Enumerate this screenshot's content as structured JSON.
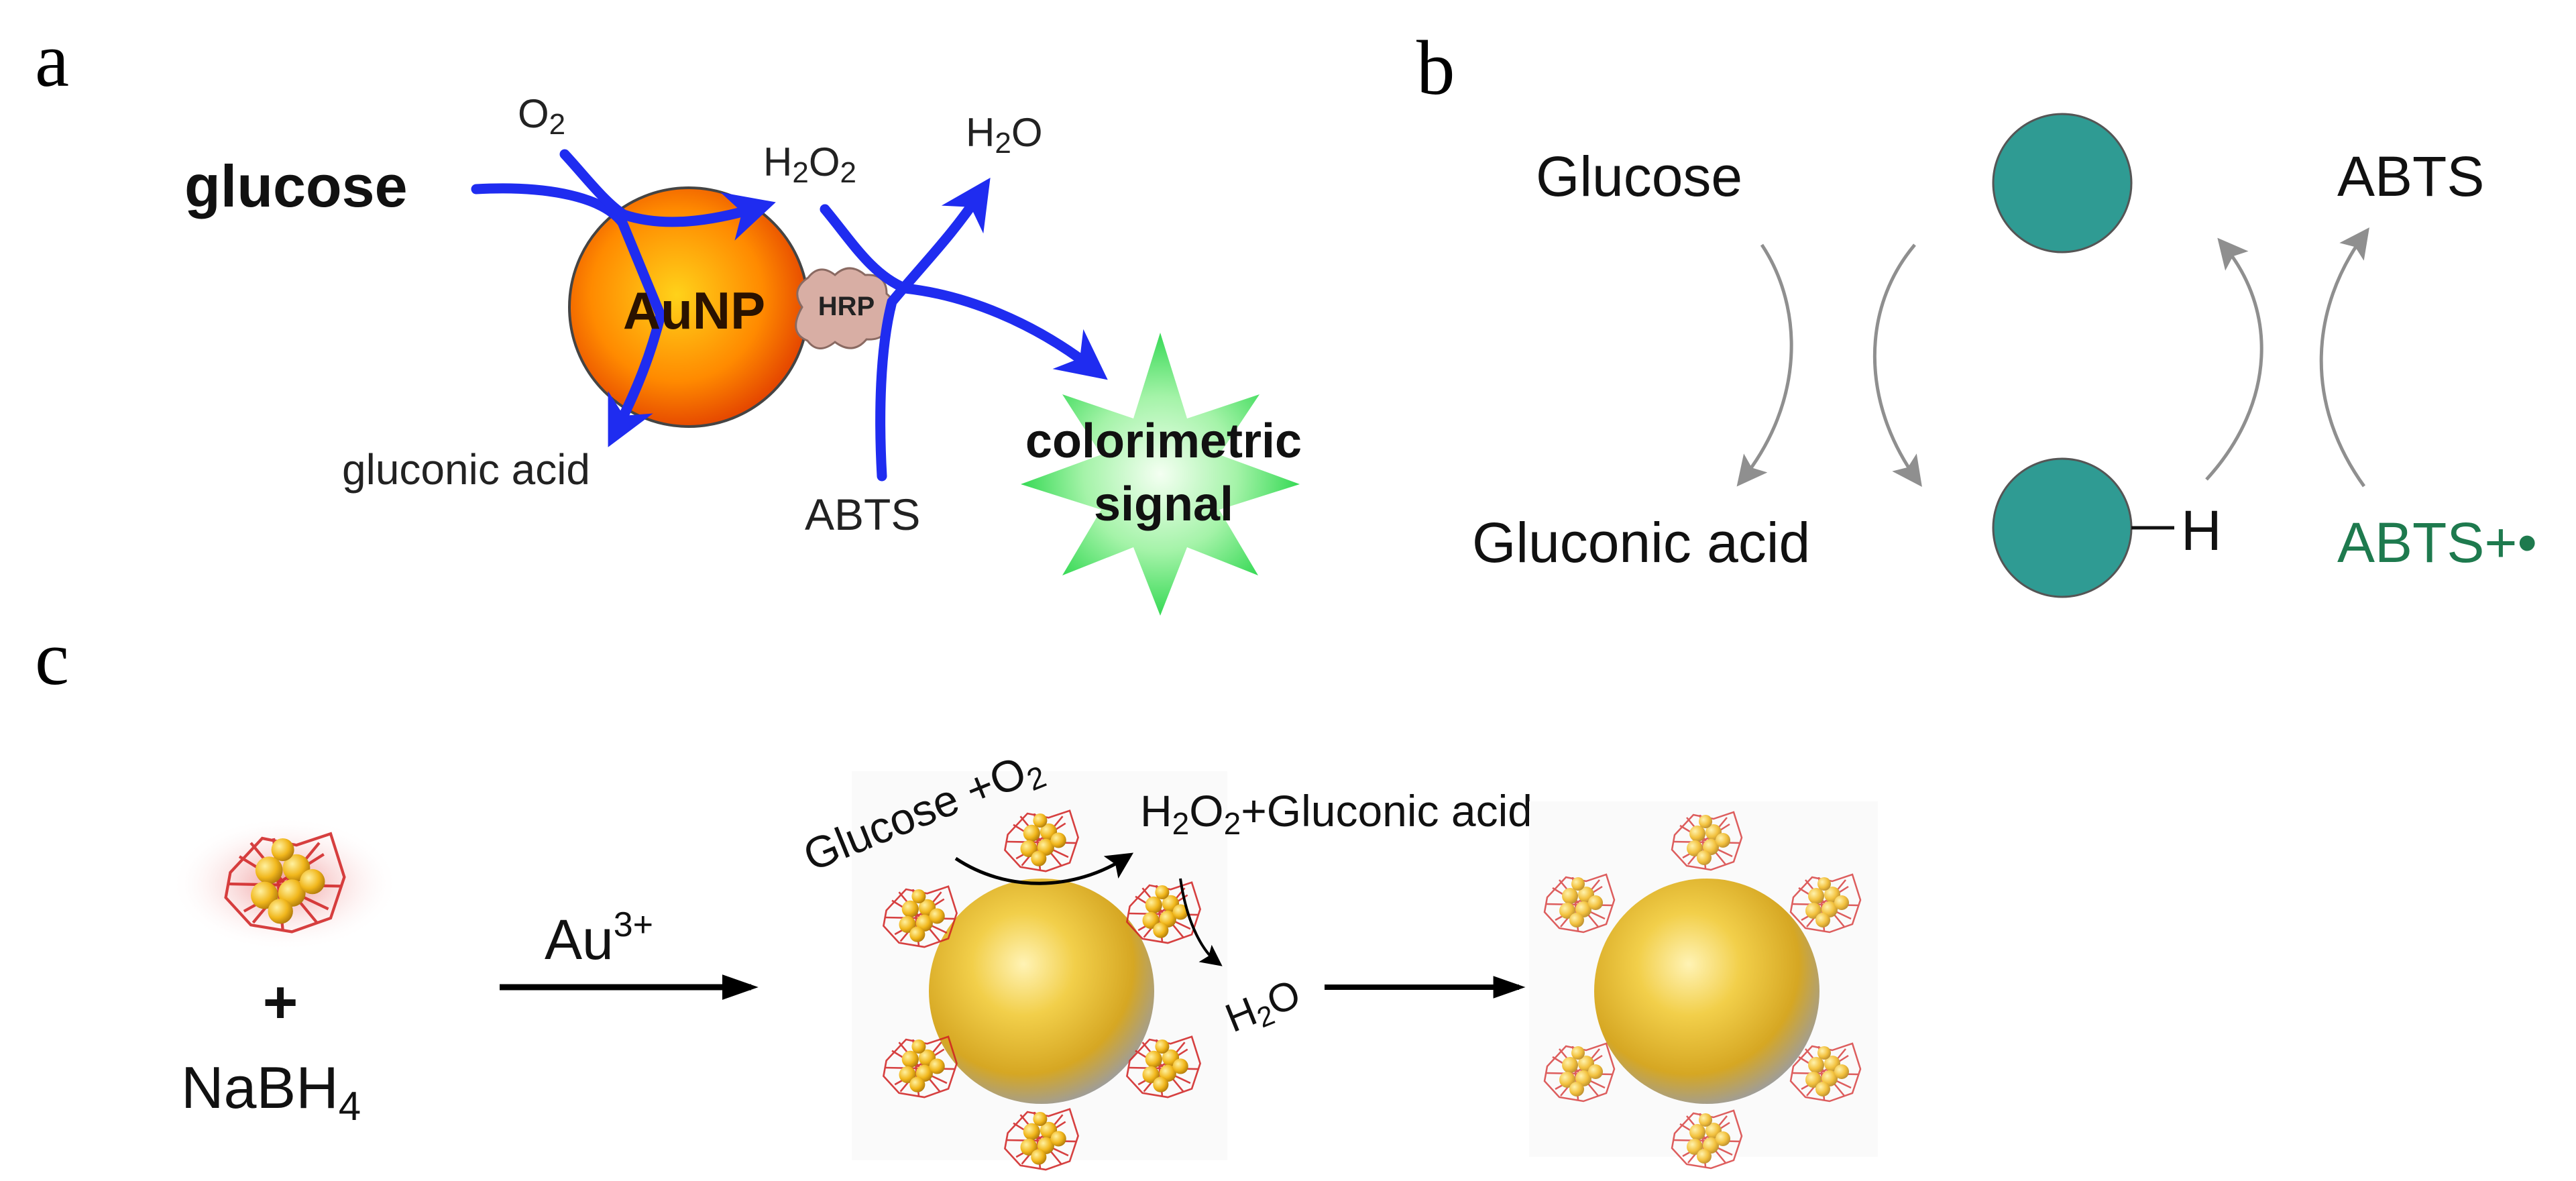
{
  "panel_a": {
    "letter": "a",
    "labels": {
      "glucose": "glucose",
      "o2": "O2",
      "h2o2": "H2O2",
      "h2o": "H2O",
      "aunp": "AuNP",
      "hrp": "HRP",
      "gluconic_acid": "gluconic acid",
      "abts": "ABTS",
      "signal_line1": "colorimetric",
      "signal_line2": "signal"
    },
    "colors": {
      "arrow": "#1f2cf0",
      "aunp_core": "#ffb300",
      "aunp_edge": "#e03a00",
      "hrp": "#d7aca3",
      "star_center": "#f2fff0",
      "star_edge": "#3fe25d"
    }
  },
  "panel_b": {
    "letter": "b",
    "labels": {
      "glucose": "Glucose",
      "gluconic_acid": "Gluconic acid",
      "abts": "ABTS",
      "abts_radical": "ABTS+•",
      "h": "H"
    },
    "colors": {
      "disk": "#2f9b93",
      "radical_text": "#1e7a4e",
      "arrow": "#8f8f8f"
    }
  },
  "panel_c": {
    "letter": "c",
    "labels": {
      "plus": "+",
      "nabh4": "NaBH4",
      "au3": "Au3+",
      "glucose_o2": "Glucose +O2",
      "h2o2_gluconic": "H2O2+Gluconic acid",
      "h2o": "H2O"
    },
    "colors": {
      "gold": "#e8b62a",
      "shell": "#cc1f1f"
    }
  }
}
